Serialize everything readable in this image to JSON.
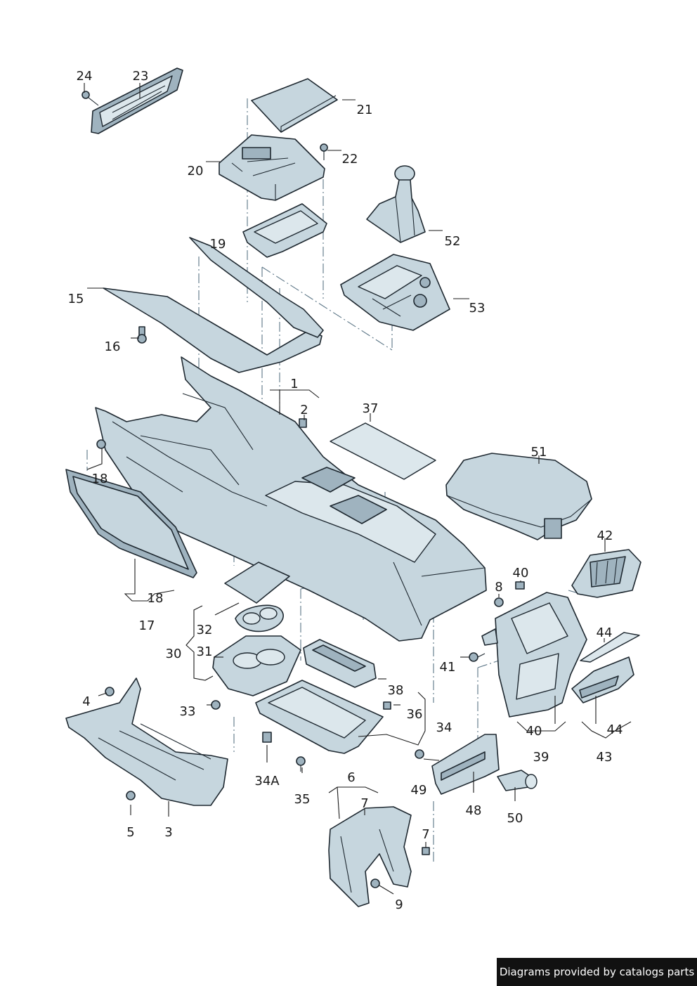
{
  "labels": {
    "l24": "24",
    "l23": "23",
    "l21": "21",
    "l22": "22",
    "l20": "20",
    "l52": "52",
    "l19": "19",
    "l53": "53",
    "l15": "15",
    "l16": "16",
    "l1": "1",
    "l2": "2",
    "l37": "37",
    "l51": "51",
    "l18a": "18",
    "l18b": "18",
    "l17": "17",
    "l42": "42",
    "l40a": "40",
    "l8": "8",
    "l32": "32",
    "l44a": "44",
    "l41": "41",
    "l30": "30",
    "l31": "31",
    "l38": "38",
    "l4": "4",
    "l36": "36",
    "l33": "33",
    "l34": "34",
    "l40b": "40",
    "l44b": "44",
    "l39": "39",
    "l43": "43",
    "l34A": "34A",
    "l49": "49",
    "l6": "6",
    "l35": "35",
    "l7a": "7",
    "l48": "48",
    "l50": "50",
    "l5": "5",
    "l3": "3",
    "l7b": "7",
    "l9": "9"
  },
  "footer": {
    "text": "Diagrams provided by catalogs parts"
  }
}
